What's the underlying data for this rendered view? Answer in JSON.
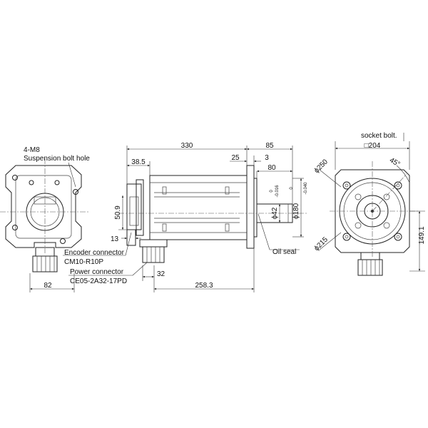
{
  "labels": {
    "suspension_qty": "4-M8",
    "suspension_desc": "Suspension bolt hole",
    "encoder_connector": "Encoder connector",
    "encoder_part": "CM10-R10P",
    "power_connector": "Power connector",
    "power_part": "CE05-2A32-17PD",
    "oil_seal": "Oil seal",
    "socket_bolt": "socket bolt."
  },
  "dimensions": {
    "d82": "82",
    "d330": "330",
    "d85": "85",
    "d38_5": "38.5",
    "d25": "25",
    "d3": "3",
    "d80": "80",
    "d50_9": "50.9",
    "d13": "13",
    "d32": "32",
    "d258_3": "258.3",
    "shaft_dia": "ϕ42",
    "shaft_tol_upper": "0",
    "shaft_tol_lower": "-0.016",
    "spigot_dia": "ϕ180",
    "spigot_tol_upper": "0",
    "spigot_tol_lower": "-0.040",
    "sq204": "□204",
    "d45": "45°",
    "d250": "ϕ250",
    "d215": "ϕ215",
    "d149_1": "149.1"
  }
}
